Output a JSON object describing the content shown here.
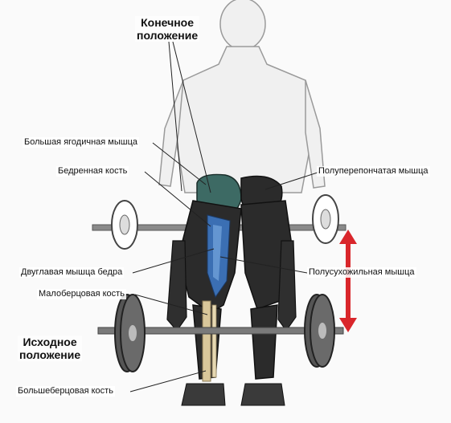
{
  "labels": {
    "final_position": "Конечное\nположение",
    "start_position": "Исходное\nположение",
    "gluteus_maximus": "Большая ягодичная мышца",
    "femur": "Бедренная кость",
    "semimembranosus": "Полуперепончатая мышца",
    "biceps_femoris": "Двуглавая мышца бедра",
    "semitendinosus": "Полусухожильная мышца",
    "fibula": "Малоберцовая кость",
    "tibia": "Большеберцовая кость"
  },
  "colors": {
    "arrow": "#d9262b",
    "skin": "#c9c9c9",
    "muscle_dark": "#2b2b2b",
    "hamstring_blue": "#3b6fb3",
    "glute_teal": "#3d6a64",
    "bone": "#d9c79a",
    "barbell": "#555555"
  }
}
